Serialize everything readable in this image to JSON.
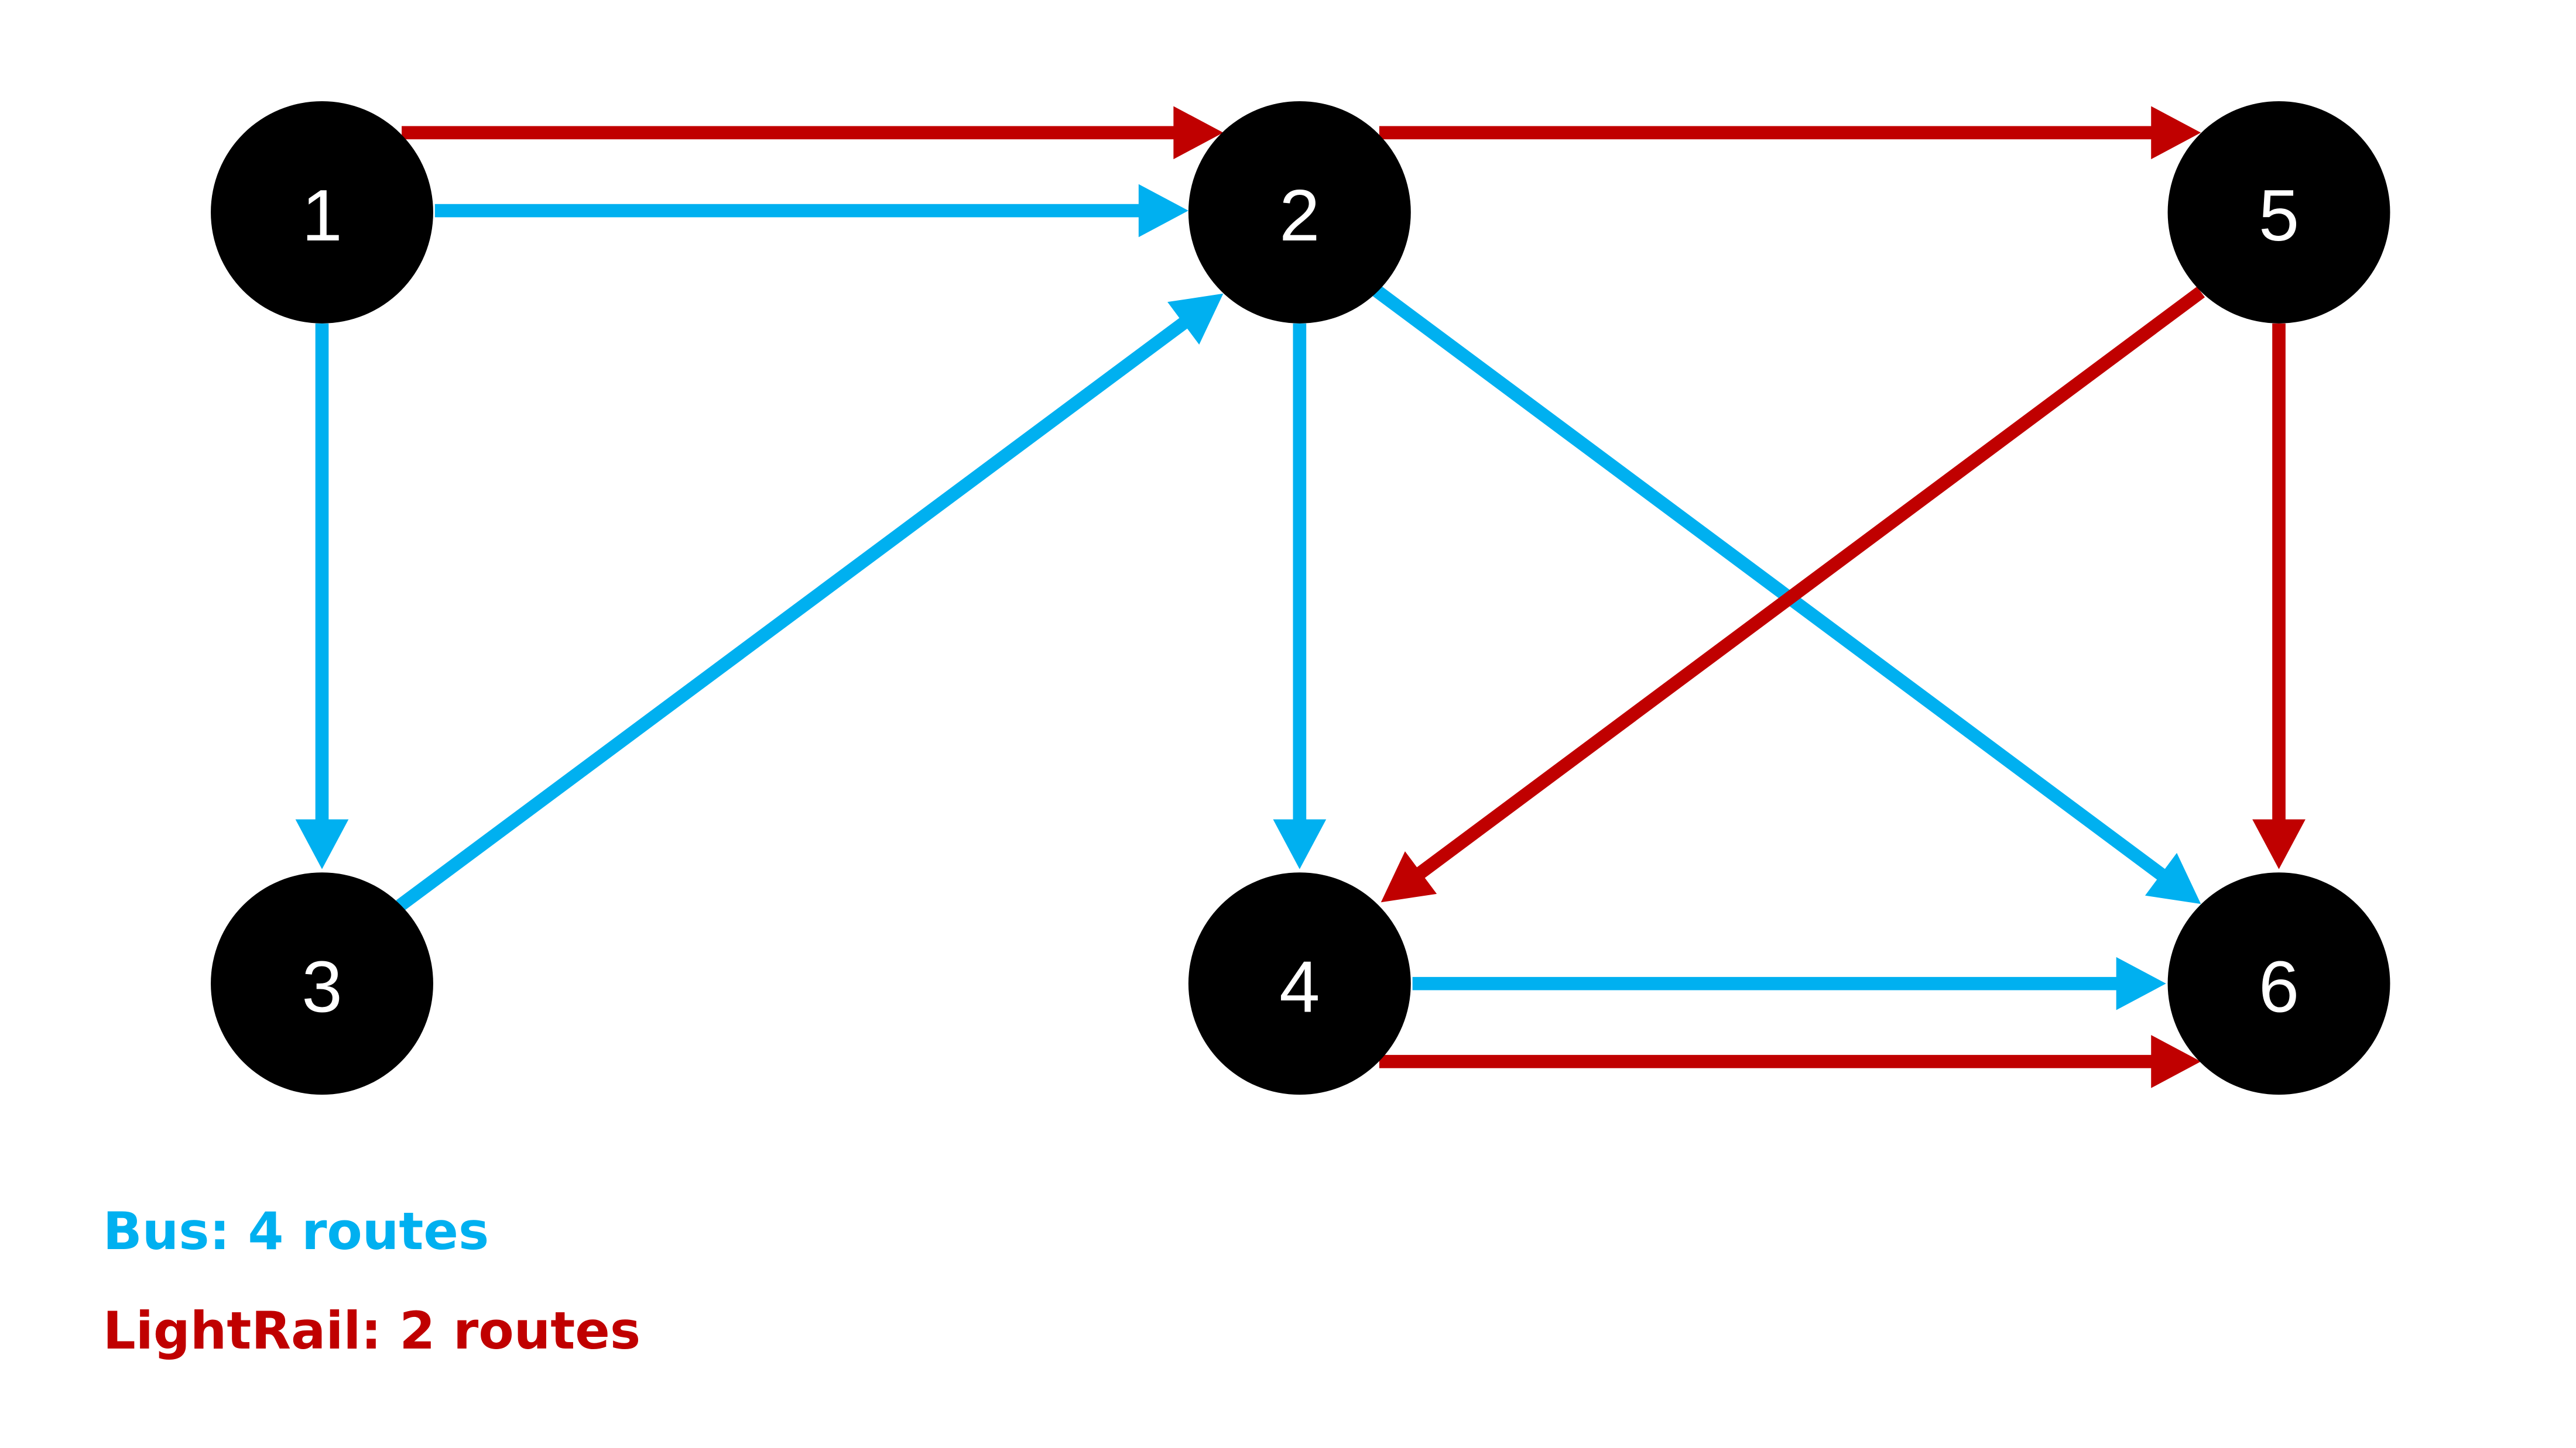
{
  "colors": {
    "bus": "#00B0F0",
    "lightrail": "#C00000",
    "node": "#000000",
    "node_text": "#FFFFFF"
  },
  "nodes": [
    {
      "id": "1",
      "label": "1"
    },
    {
      "id": "2",
      "label": "2"
    },
    {
      "id": "5",
      "label": "5"
    },
    {
      "id": "3",
      "label": "3"
    },
    {
      "id": "4",
      "label": "4"
    },
    {
      "id": "6",
      "label": "6"
    }
  ],
  "edges": [
    {
      "from": "1",
      "to": "2",
      "mode": "lightrail"
    },
    {
      "from": "1",
      "to": "2",
      "mode": "bus"
    },
    {
      "from": "2",
      "to": "5",
      "mode": "lightrail"
    },
    {
      "from": "1",
      "to": "3",
      "mode": "bus"
    },
    {
      "from": "3",
      "to": "2",
      "mode": "bus"
    },
    {
      "from": "2",
      "to": "4",
      "mode": "bus"
    },
    {
      "from": "2",
      "to": "6",
      "mode": "bus"
    },
    {
      "from": "5",
      "to": "4",
      "mode": "lightrail"
    },
    {
      "from": "5",
      "to": "6",
      "mode": "lightrail"
    },
    {
      "from": "4",
      "to": "6",
      "mode": "bus"
    },
    {
      "from": "4",
      "to": "6",
      "mode": "lightrail"
    }
  ],
  "legend": {
    "bus": "Bus: 4 routes",
    "lightrail": "LightRail: 2 routes"
  }
}
